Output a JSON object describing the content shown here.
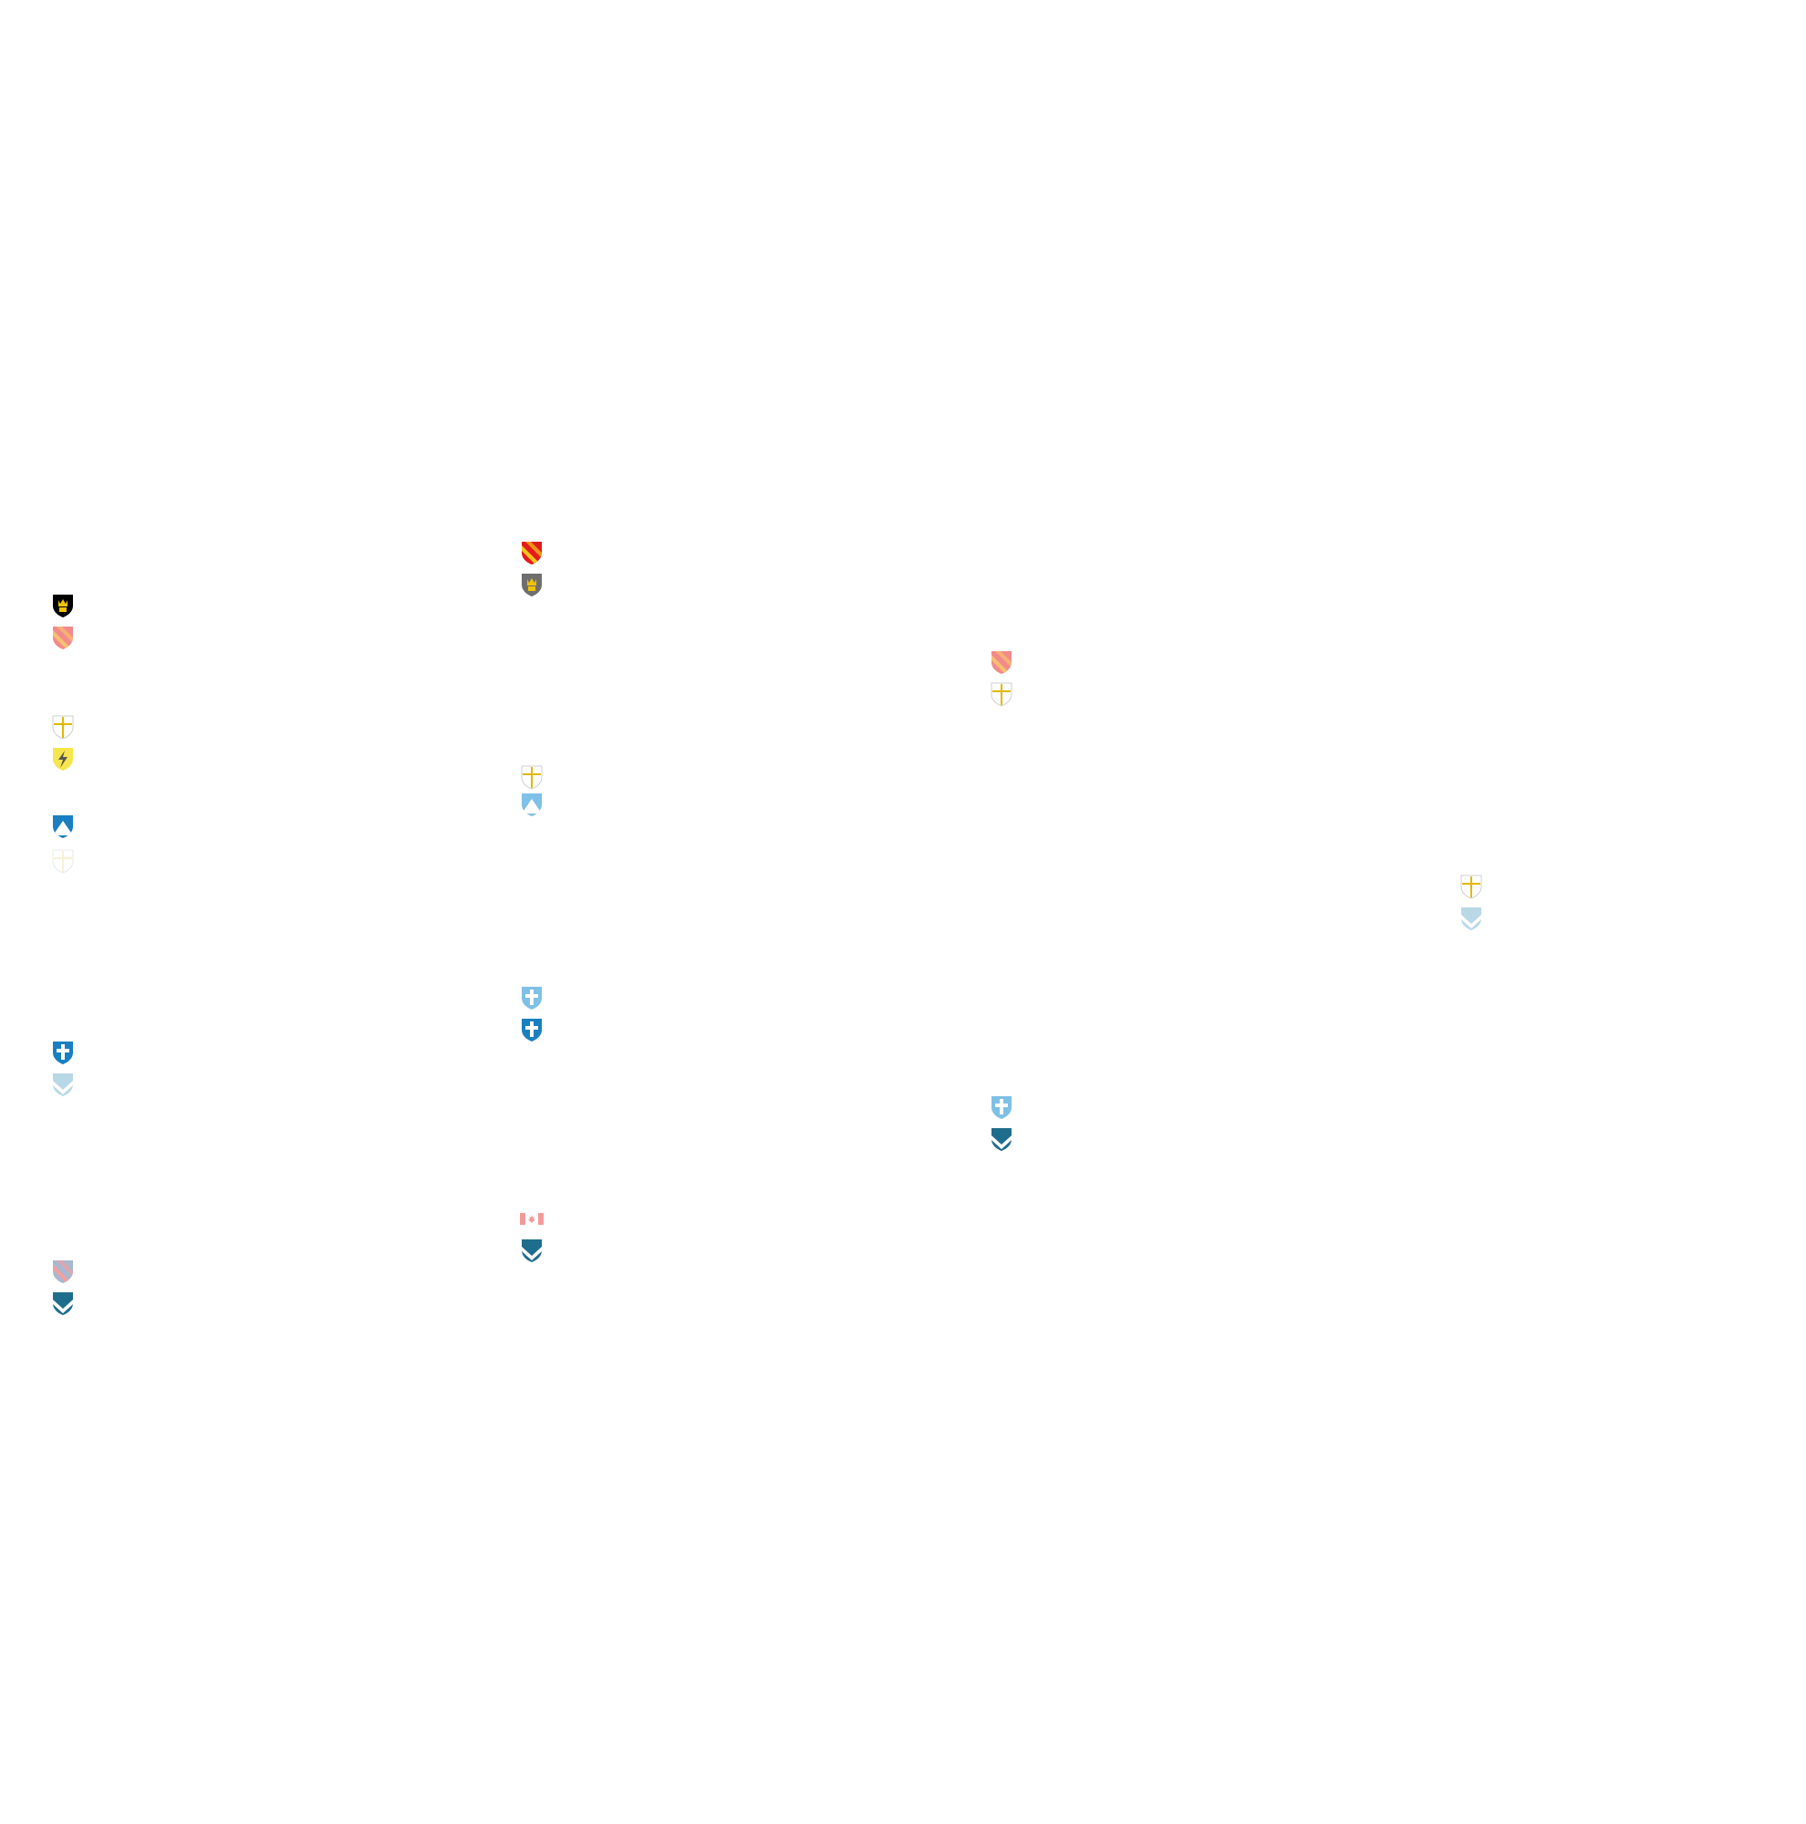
{
  "columns": [
    {
      "column": 0,
      "icons": [
        {
          "name": "crown-shield-black-icon",
          "kind": "crown",
          "color": "#000000",
          "accent": "#f2c200",
          "faded": false
        },
        {
          "name": "stripes-shield-pink-icon",
          "kind": "bend",
          "color": "#f28a8a",
          "accent": "#f6c070",
          "faded": false
        },
        {
          "name": "cross-shield-gold-icon",
          "kind": "cross",
          "color": "#ffffff",
          "accent": "#e0b800",
          "faded": false
        },
        {
          "name": "lightning-shield-yellow-icon",
          "kind": "lightning",
          "color": "#f7e54d",
          "accent": "#555555",
          "faded": false
        },
        {
          "name": "mountain-shield-blue-icon",
          "kind": "mountain",
          "color": "#1a7fc0",
          "accent": "#ffffff",
          "faded": false
        },
        {
          "name": "cross-shield-faded-icon",
          "kind": "cross",
          "color": "#ffffff",
          "accent": "#f0e0a0",
          "faded": true
        },
        {
          "name": "cross-shield-blue-icon",
          "kind": "whitecross",
          "color": "#1a7fc0",
          "accent": "#ffffff",
          "faded": false
        },
        {
          "name": "chevron-shield-lightblue-icon",
          "kind": "chevron",
          "color": "#b8d8e8",
          "accent": "#ffffff",
          "faded": false
        },
        {
          "name": "mixed-shield-grey-icon",
          "kind": "bend",
          "color": "#a8b8d0",
          "accent": "#f2a0a0",
          "faded": false
        },
        {
          "name": "chevron-shield-teal-icon",
          "kind": "chevron",
          "color": "#1f6d8c",
          "accent": "#ffffff",
          "faded": false
        }
      ]
    },
    {
      "column": 1,
      "icons": [
        {
          "name": "stripes-shield-red-icon",
          "kind": "bend",
          "color": "#e21b1b",
          "accent": "#f5c518",
          "faded": false
        },
        {
          "name": "crown-shield-grey-icon",
          "kind": "crown",
          "color": "#6e6e6e",
          "accent": "#f2c200",
          "faded": false
        },
        {
          "name": "cross-shield-gold-icon",
          "kind": "cross",
          "color": "#ffffff",
          "accent": "#e0b800",
          "faded": false
        },
        {
          "name": "mountain-shield-lightblue-icon",
          "kind": "mountain",
          "color": "#7ec0e6",
          "accent": "#ffffff",
          "faded": false
        },
        {
          "name": "cross-shield-lightblue-icon",
          "kind": "whitecross",
          "color": "#7ec0e6",
          "accent": "#ffffff",
          "faded": false
        },
        {
          "name": "cross-shield-blue-icon",
          "kind": "whitecross",
          "color": "#1a7fc0",
          "accent": "#ffffff",
          "faded": false
        },
        {
          "name": "maple-leaf-flag-icon",
          "kind": "flag",
          "color": "#f29a9a",
          "accent": "#ffffff",
          "faded": false
        },
        {
          "name": "chevron-shield-teal-icon",
          "kind": "chevron",
          "color": "#1f6d8c",
          "accent": "#ffffff",
          "faded": false
        }
      ]
    },
    {
      "column": 2,
      "icons": [
        {
          "name": "stripes-shield-pink-icon",
          "kind": "bend",
          "color": "#f28a8a",
          "accent": "#f6c070",
          "faded": false
        },
        {
          "name": "cross-shield-gold-icon",
          "kind": "cross",
          "color": "#ffffff",
          "accent": "#e0b800",
          "faded": false
        },
        {
          "name": "cross-shield-lightblue-icon",
          "kind": "whitecross",
          "color": "#7ec0e6",
          "accent": "#ffffff",
          "faded": false
        },
        {
          "name": "chevron-shield-teal-icon",
          "kind": "chevron",
          "color": "#1f6d8c",
          "accent": "#ffffff",
          "faded": false
        }
      ]
    },
    {
      "column": 3,
      "icons": [
        {
          "name": "cross-shield-gold-icon",
          "kind": "cross",
          "color": "#ffffff",
          "accent": "#e0b800",
          "faded": false
        },
        {
          "name": "chevron-shield-lightblue-icon",
          "kind": "chevron",
          "color": "#b8d8e8",
          "accent": "#ffffff",
          "faded": false
        }
      ]
    }
  ]
}
